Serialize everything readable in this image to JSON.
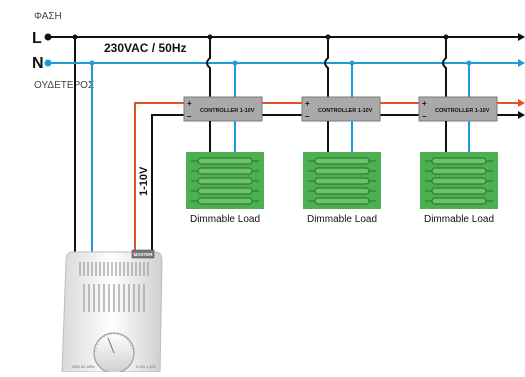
{
  "labels": {
    "phase": "ΦΑΣΗ",
    "neutral": "ΟΥΔΕΤΕΡΟΣ",
    "line_letter": "L",
    "neutral_letter": "N",
    "supply": "230VAC / 50Hz",
    "control_signal": "1-10V",
    "dimmer_brand": "MASTER",
    "dimmer_small_left": "230V AC 50Hz",
    "dimmer_small_right": "0-10V 1-10V"
  },
  "controllers": [
    {
      "label": "CONTROLLER 1-10V",
      "plus": "+",
      "minus": "–"
    },
    {
      "label": "CONTROLLER 1-10V",
      "plus": "+",
      "minus": "–"
    },
    {
      "label": "CONTROLLER 1-10V",
      "plus": "+",
      "minus": "–"
    }
  ],
  "loads": [
    {
      "label": "Dimmable Load"
    },
    {
      "label": "Dimmable Load"
    },
    {
      "label": "Dimmable Load"
    }
  ],
  "colors": {
    "phase_wire": "#111111",
    "neutral_wire": "#1e9bd7",
    "signal_wire": "#e2531f",
    "controller_fill": "#a9a9a9",
    "load_fill": "#4caf50",
    "load_dark": "#2e7d32"
  }
}
